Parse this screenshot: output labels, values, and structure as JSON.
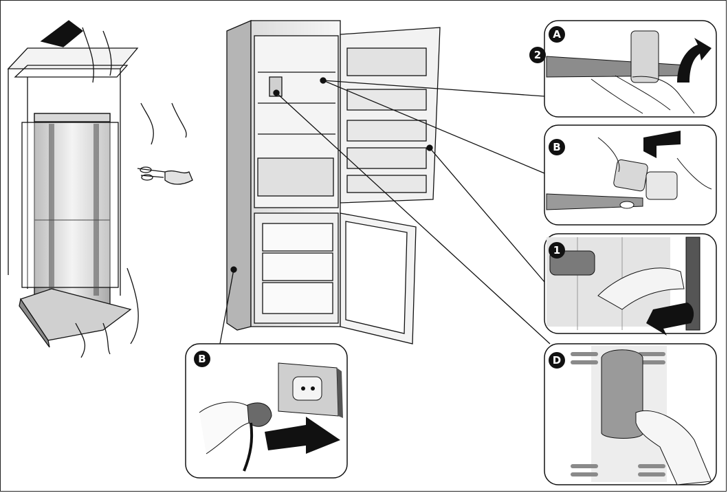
{
  "labels": {
    "panel_a": "A",
    "panel_b_top": "B",
    "panel_1": "1",
    "panel_d": "D",
    "panel_b_plug": "B",
    "step_2": "2"
  },
  "colors": {
    "line": "#111111",
    "shade": "#bdbdbd",
    "dark": "#5a5a5a",
    "light": "#e9e9e9"
  }
}
